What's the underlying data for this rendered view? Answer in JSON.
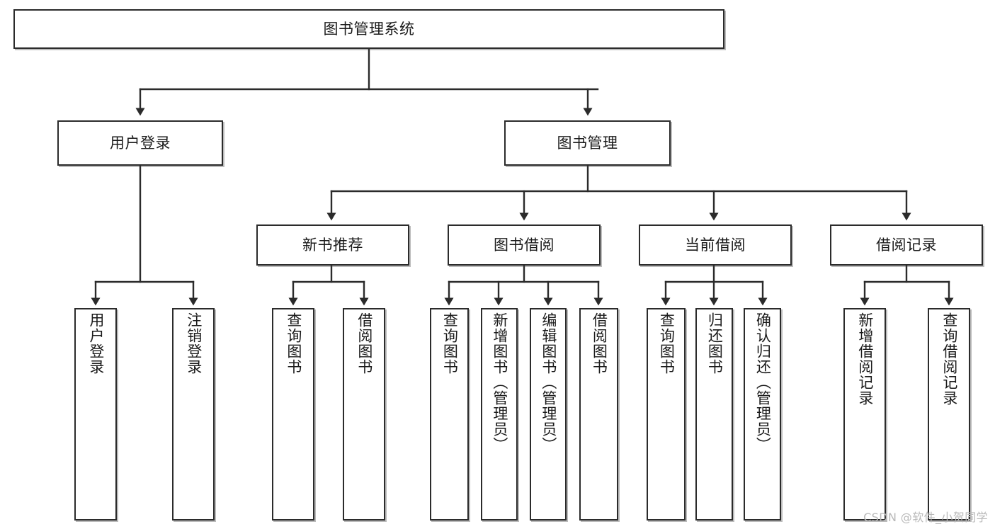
{
  "diagram": {
    "title": "图书管理系统",
    "watermark": "CSDN @软件_小贺同学",
    "colors": {
      "box_border": "#2b2b2b",
      "box_fill": "#ffffff",
      "connector": "#2b2b2b",
      "text": "#1a1a1a",
      "watermark": "#b9b9b9"
    },
    "nodes": {
      "root": "图书管理系统",
      "user_login": "用户登录",
      "book_manage": "图书管理",
      "new_book_rec": "新书推荐",
      "book_borrow": "图书借阅",
      "current_borrow": "当前借阅",
      "borrow_record": "借阅记录",
      "leaf_user_login": "用户登录",
      "leaf_logout": "注销登录",
      "leaf_query_book_1": "查询图书",
      "leaf_borrow_book_1": "借阅图书",
      "leaf_query_book_2": "查询图书",
      "leaf_add_book_admin": "新增图书（管理员）",
      "leaf_edit_book_admin": "编辑图书（管理员）",
      "leaf_borrow_book_2": "借阅图书",
      "leaf_query_book_3": "查询图书",
      "leaf_return_book": "归还图书",
      "leaf_confirm_return_admin": "确认归还（管理员）",
      "leaf_add_record": "新增借阅记录",
      "leaf_query_record": "查询借阅记录"
    }
  }
}
